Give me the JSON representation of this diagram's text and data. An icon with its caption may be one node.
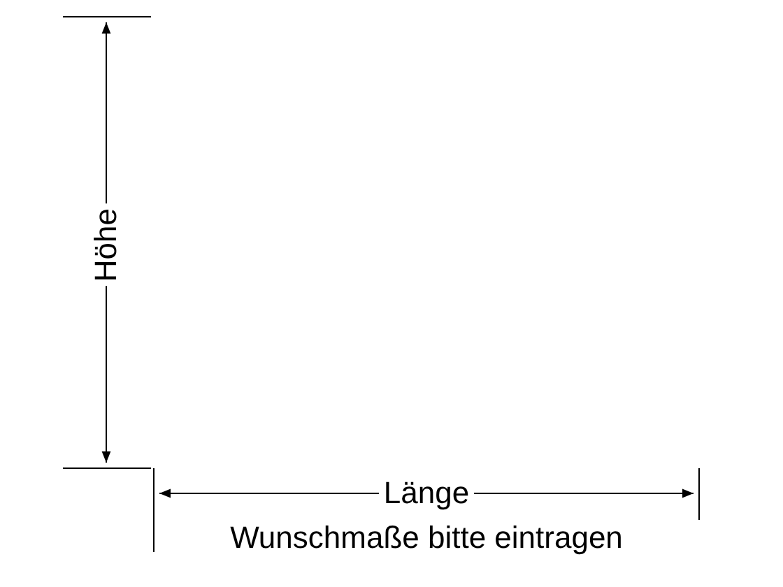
{
  "diagram": {
    "caption": "Wunschmaße bitte eintragen",
    "labels": [
      "Höhe",
      "Länge"
    ]
  }
}
